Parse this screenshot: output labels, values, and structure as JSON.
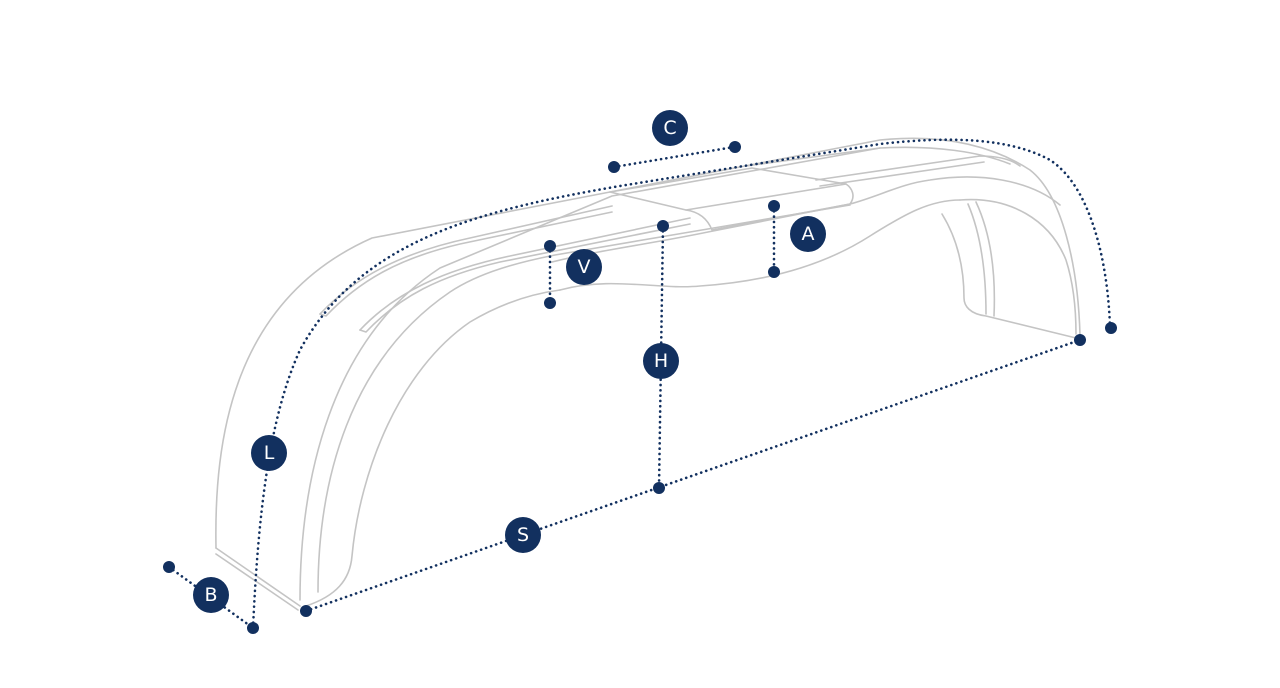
{
  "colors": {
    "outline": "#c4c4c4",
    "dimension": "#12305f",
    "badge_text": "#ffffff",
    "background": "#ffffff"
  },
  "labels": {
    "C": "C",
    "A": "A",
    "V": "V",
    "H": "H",
    "L": "L",
    "S": "S",
    "B": "B"
  }
}
